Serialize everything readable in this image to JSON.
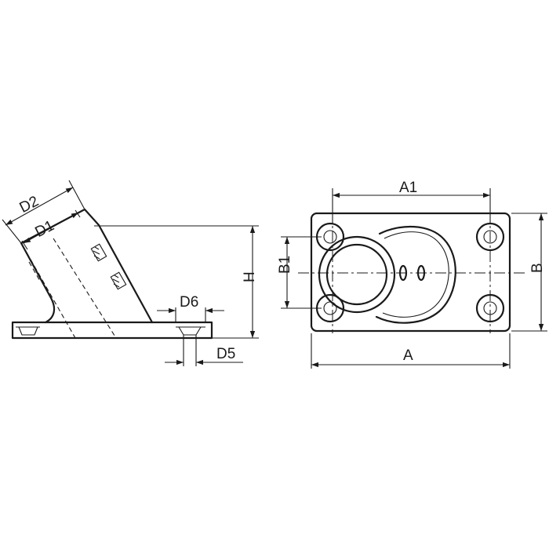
{
  "labels": {
    "D2": "D2",
    "D1": "D1",
    "D6": "D6",
    "D5": "D5",
    "H": "H",
    "A1": "A1",
    "A": "A",
    "B": "B",
    "B1": "B1"
  }
}
